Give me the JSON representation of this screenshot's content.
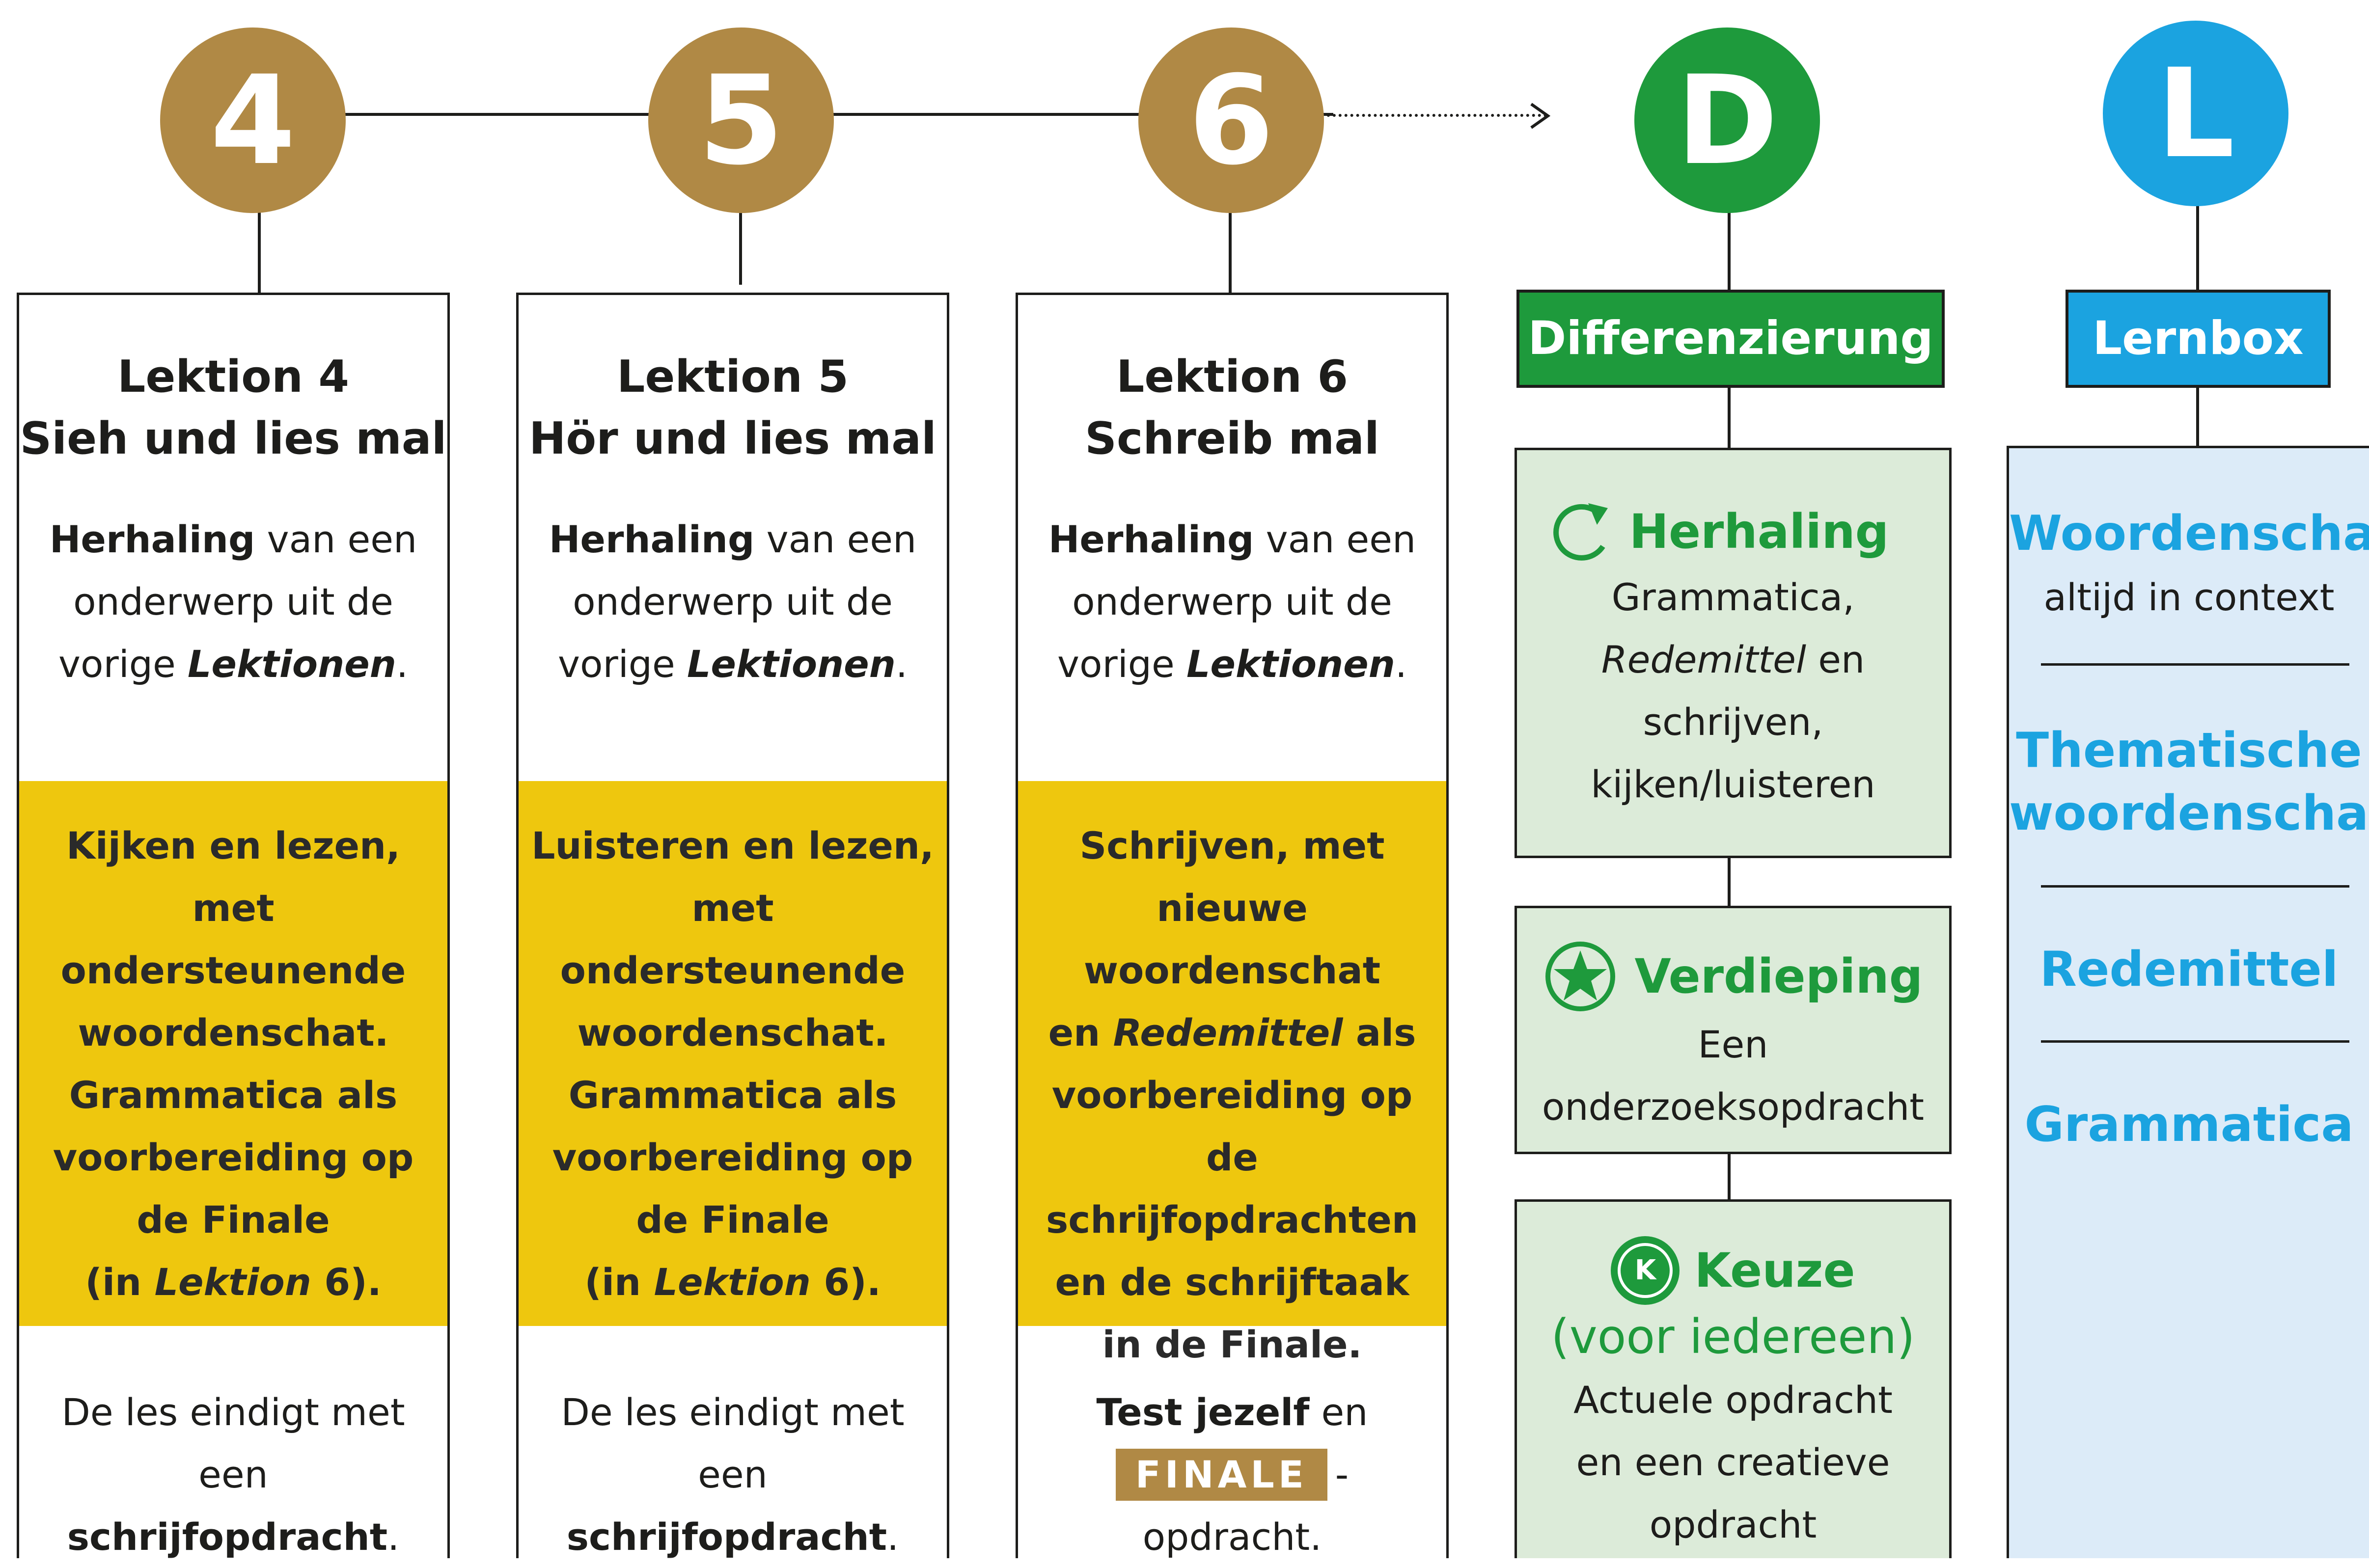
{
  "timeline": {
    "circles": [
      {
        "symbol": "4"
      },
      {
        "symbol": "5"
      },
      {
        "symbol": "6"
      },
      {
        "symbol": "D"
      },
      {
        "symbol": "L"
      }
    ]
  },
  "columns": [
    {
      "title_line1": "Lektion 4",
      "title_line2": "Sieh und lies mal",
      "intro_bold": "Herhaling",
      "intro_rest1": " van een",
      "intro_line2": "onderwerp uit de",
      "intro_line3_pre": "vorige ",
      "intro_line3_em": "Lektionen",
      "intro_line3_post": ".",
      "yellow_lines": [
        "Kijken en lezen, met",
        "ondersteunende",
        "woordenschat.",
        "Grammatica als",
        "voorbereiding op",
        "de Finale"
      ],
      "yellow_last_pre": "(in ",
      "yellow_last_em": "Lektion",
      "yellow_last_post": " 6).",
      "outro_line1": "De les eindigt met",
      "outro_line2_pre": "een ",
      "outro_line2_bold": "schrijfopdracht",
      "outro_line2_post": "."
    },
    {
      "title_line1": "Lektion 5",
      "title_line2": "Hör und lies mal",
      "intro_bold": "Herhaling",
      "intro_rest1": " van een",
      "intro_line2": "onderwerp uit de",
      "intro_line3_pre": "vorige ",
      "intro_line3_em": "Lektionen",
      "intro_line3_post": ".",
      "yellow_lines": [
        "Luisteren en lezen,",
        "met ondersteunende",
        "woordenschat.",
        "Grammatica als",
        "voorbereiding op",
        "de Finale"
      ],
      "yellow_last_pre": "(in ",
      "yellow_last_em": "Lektion",
      "yellow_last_post": " 6).",
      "outro_line1": "De les eindigt met",
      "outro_line2_pre": "een ",
      "outro_line2_bold": "schrijfopdracht",
      "outro_line2_post": "."
    },
    {
      "title_line1": "Lektion 6",
      "title_line2": "Schreib mal",
      "intro_bold": "Herhaling",
      "intro_rest1": " van een",
      "intro_line2": "onderwerp uit de",
      "intro_line3_pre": "vorige ",
      "intro_line3_em": "Lektionen",
      "intro_line3_post": ".",
      "yellow_line1": "Schrijven, met",
      "yellow_line2": "nieuwe woordenschat",
      "yellow_line3_pre": "en ",
      "yellow_line3_em": "Redemittel",
      "yellow_line3_post": " als",
      "yellow_line4": "voorbereiding op de",
      "yellow_line5": "schrijfopdrachten",
      "yellow_line6": "en de schrijftaak",
      "yellow_line7": "in de Finale.",
      "outro_bold": "Test jezelf",
      "outro_rest": " en",
      "finale_badge": "FINALE",
      "outro_line2_post": "-opdracht."
    }
  ],
  "differenzierung": {
    "tag": "Differenzierung",
    "herhaling": {
      "head": "Herhaling",
      "line1": "Grammatica,",
      "line2_em": "Redemittel",
      "line2_post": " en",
      "line3": "schrijven,",
      "line4": "kijken/luisteren"
    },
    "verdieping": {
      "head": "Verdieping",
      "line1": "Een",
      "line2": "onderzoeksopdracht"
    },
    "keuze": {
      "icon_letter": "K",
      "head1": "Keuze",
      "head2": "(voor iedereen)",
      "line1": "Actuele opdracht",
      "line2": "en een creatieve",
      "line3": "opdracht"
    }
  },
  "lernbox": {
    "tag": "Lernbox",
    "item1": "Woordenschat",
    "item1_sub": "altijd in context",
    "item2_line1": "Thematische",
    "item2_line2": "woordenschat",
    "item3": "Redemittel",
    "item4": "Grammatica"
  },
  "colors": {
    "gold": "#b08945",
    "yellow": "#eec70e",
    "green": "#1e9a3c",
    "green_bg": "#dcebd9",
    "blue": "#1ba3e0",
    "blue_bg": "#dcebf8"
  }
}
